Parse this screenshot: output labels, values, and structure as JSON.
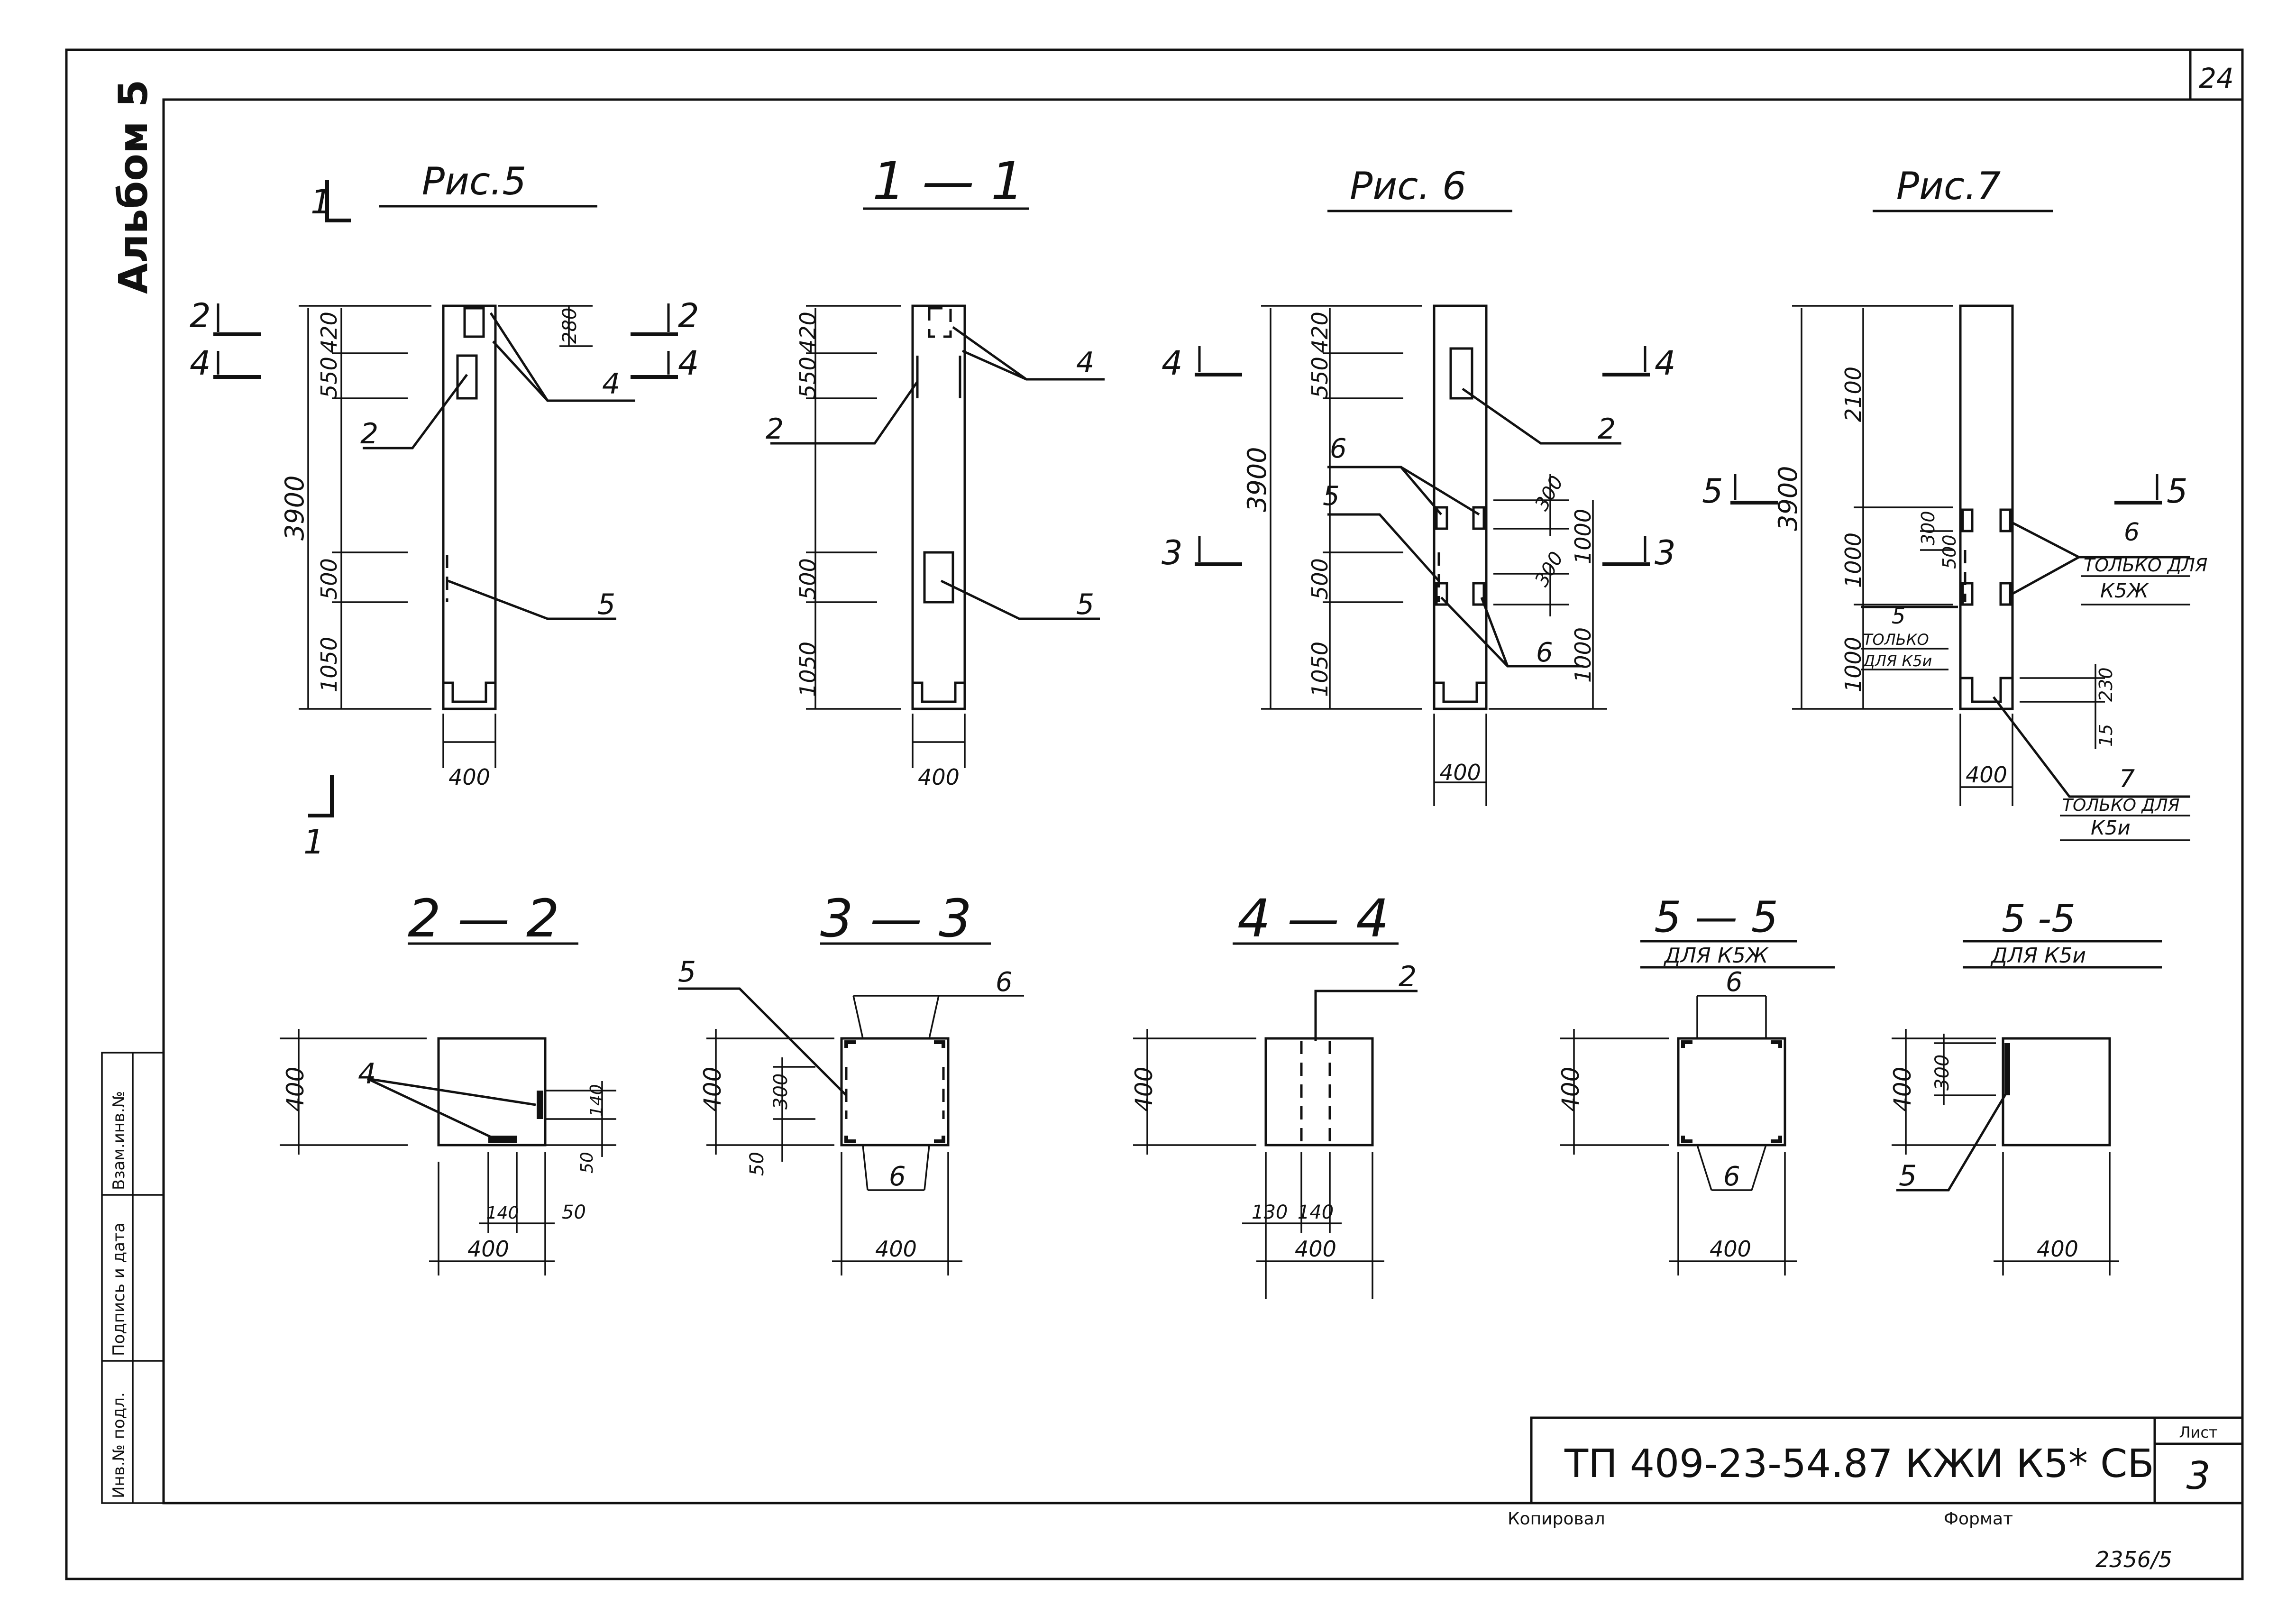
{
  "album": "Альбом 5",
  "page_number": "24",
  "figures": {
    "fig5": {
      "title": "Рис.5",
      "d550": "550",
      "d420": "420",
      "d280": "280",
      "d3900": "3900",
      "d500": "500",
      "d1050": "1050",
      "width": "400",
      "callout_2": "2",
      "callout_4": "4",
      "callout_5": "5",
      "cut_1a": "1",
      "cut_1b": "1",
      "cut_2a": "2",
      "cut_2b": "2",
      "cut_4a": "4",
      "cut_4b": "4"
    },
    "sec11": {
      "title": "1 — 1",
      "d550": "550",
      "d420": "420",
      "d500": "500",
      "d1050": "1050",
      "width": "400",
      "callout_2": "2",
      "callout_4": "4",
      "callout_5": "5"
    },
    "fig6": {
      "title": "Рис. 6",
      "d550": "550",
      "d420": "420",
      "d3900": "3900",
      "d500": "500",
      "d1050": "1050",
      "d300a": "300",
      "d300b": "300",
      "d1000a": "1000",
      "d1000b": "1000",
      "width": "400",
      "callout_2": "2",
      "callout_5": "5",
      "callout_6a": "6",
      "callout_6b": "6",
      "cut_3a": "3",
      "cut_3b": "3",
      "cut_4a": "4",
      "cut_4b": "4"
    },
    "fig7": {
      "title": "Рис.7",
      "d2100": "2100",
      "d3900": "3900",
      "d1000a": "1000",
      "d1000b": "1000",
      "d300": "300",
      "d500": "500",
      "d230": "230",
      "d15": "15",
      "width": "400",
      "callout_5": "5",
      "callout_6": "6",
      "callout_7": "7",
      "note_6": "ТОЛЬКО ДЛЯ",
      "note_6b": "К5Ж",
      "note_5": "ТОЛЬКО",
      "note_5b": "ДЛЯ К5и",
      "note_7": "ТОЛЬКО ДЛЯ",
      "note_7b": "К5и",
      "cut_5a": "5",
      "cut_5b": "5"
    }
  },
  "sections": {
    "s22": {
      "title": "2 — 2",
      "d400": "400",
      "d140a": "140",
      "d140b": "140",
      "d50a": "50",
      "d50b": "50",
      "width": "400",
      "callout_4": "4"
    },
    "s33": {
      "title": "3 — 3",
      "d400": "400",
      "d300": "300",
      "d50": "50",
      "width": "400",
      "callout_5": "5",
      "callout_6a": "6",
      "callout_6b": "6"
    },
    "s44": {
      "title": "4 — 4",
      "d400": "400",
      "d130": "130",
      "d140": "140",
      "width": "400",
      "callout_2": "2"
    },
    "s55zh": {
      "title": "5 — 5",
      "subtitle": "ДЛЯ К5Ж",
      "d400": "400",
      "width": "400",
      "callout_6a": "6",
      "callout_6b": "6"
    },
    "s55i": {
      "title": "5 -5",
      "subtitle": "ДЛЯ   К5и",
      "d400": "400",
      "d300": "300",
      "width": "400",
      "callout_5": "5"
    }
  },
  "side_stamp": {
    "c1": "Инв.№ подл.",
    "c2": "Подпись и дата",
    "c3": "Взам.инв.№"
  },
  "title_block": {
    "code": "ТП   409-23-54.87 КЖИ К5* СБ",
    "sheet_label": "Лист",
    "sheet_number": "3"
  },
  "footer": {
    "copied": "Копировал",
    "format": "Формат",
    "archive": "2356/5"
  }
}
